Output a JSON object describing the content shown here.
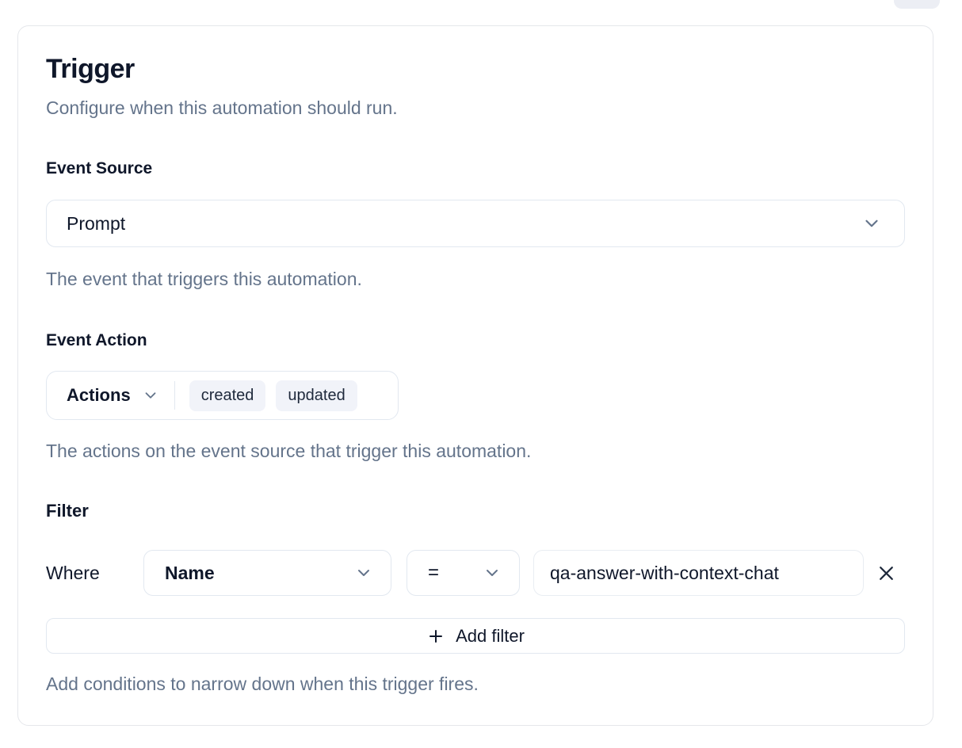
{
  "card": {
    "title": "Trigger",
    "subtitle": "Configure when this automation should run.",
    "sections": {
      "event_source": {
        "label": "Event Source",
        "selected": "Prompt",
        "help": "The event that triggers this automation."
      },
      "event_action": {
        "label": "Event Action",
        "dropdown_label": "Actions",
        "chips": [
          "created",
          "updated"
        ],
        "help": "The actions on the event source that trigger this automation."
      },
      "filter": {
        "label": "Filter",
        "where_label": "Where",
        "field_selected": "Name",
        "operator_selected": "=",
        "value": "qa-answer-with-context-chat",
        "add_button_label": "Add filter",
        "help": "Add conditions to narrow down when this trigger fires."
      }
    }
  },
  "colors": {
    "text_dark": "#0f172a",
    "text_muted": "#64748b",
    "border": "#e2e8f0",
    "chip_bg": "#f1f3f9",
    "icon_gray": "#64748b"
  },
  "icons": {
    "chevron_down": "chevron-down-icon",
    "plus": "plus-icon",
    "close": "close-icon"
  }
}
